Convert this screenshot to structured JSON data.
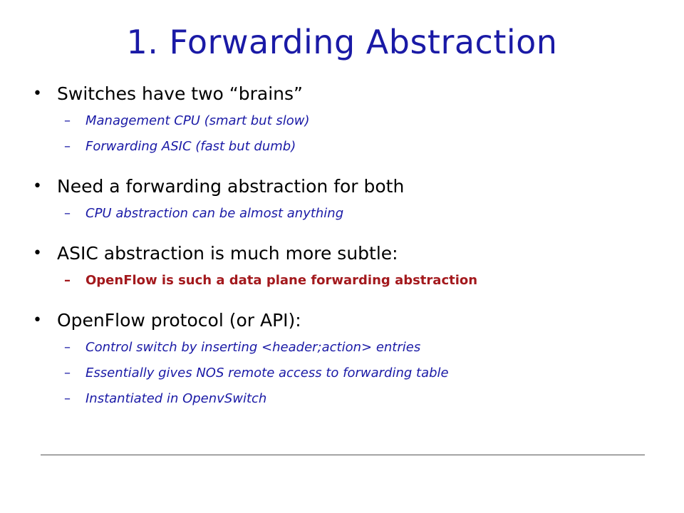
{
  "slide": {
    "title": "1. Forwarding Abstraction",
    "bullets": [
      {
        "text": "Switches have two “brains”",
        "subs": [
          {
            "text": "Management CPU (smart but slow)"
          },
          {
            "text": "Forwarding ASIC (fast but dumb)"
          }
        ]
      },
      {
        "text": "Need a forwarding abstraction for both",
        "subs": [
          {
            "text": "CPU abstraction can be almost anything"
          }
        ]
      },
      {
        "text": "ASIC abstraction is much more subtle:",
        "subs": [
          {
            "text": "OpenFlow is such a data plane forwarding abstraction"
          }
        ]
      },
      {
        "text": "OpenFlow protocol (or API):",
        "subs": [
          {
            "text": "Control switch by inserting <header;action> entries"
          },
          {
            "text": "Essentially gives NOS remote access to forwarding table"
          },
          {
            "text": "Instantiated in OpenvSwitch"
          }
        ]
      }
    ],
    "bullet_glyph": "•",
    "dash_glyph": "–"
  },
  "colors": {
    "title": "#1a1aa6",
    "body": "#000000",
    "sub": "#1a1aa6",
    "emphasis": "#a3191d"
  }
}
